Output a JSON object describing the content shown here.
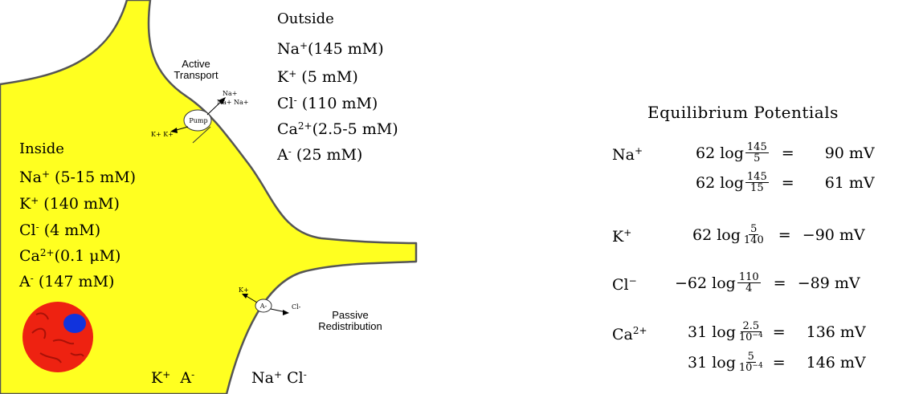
{
  "outside": {
    "title": "Outside",
    "ions": [
      {
        "symbol": "Na",
        "charge": "+",
        "conc": "(145 mM)"
      },
      {
        "symbol": "K",
        "charge": "+",
        "conc": " (5 mM)"
      },
      {
        "symbol": "Cl",
        "charge": "-",
        "conc": " (110 mM)"
      },
      {
        "symbol": "Ca",
        "charge": "2+",
        "conc": "(2.5-5 mM)"
      },
      {
        "symbol": "A",
        "charge": "-",
        "conc": " (25 mM)"
      }
    ]
  },
  "inside": {
    "title": "Inside",
    "ions": [
      {
        "symbol": "Na",
        "charge": "+",
        "conc": " (5-15 mM)"
      },
      {
        "symbol": "K",
        "charge": "+",
        "conc": " (140 mM)"
      },
      {
        "symbol": "Cl",
        "charge": "-",
        "conc": " (4 mM)"
      },
      {
        "symbol": "Ca",
        "charge": "2+",
        "conc": "(0.1 μM)"
      },
      {
        "symbol": "A",
        "charge": "-",
        "conc": " (147 mM)"
      }
    ]
  },
  "active_transport": {
    "label_line1": "Active",
    "label_line2": "Transport",
    "pump": "Pump",
    "na_top": "Na+",
    "na_bottom": "Na+ Na+",
    "k_label": "K+ K+"
  },
  "passive": {
    "label_line1": "Passive",
    "label_line2": "Redistribution",
    "k": "K+",
    "a": "A-",
    "cl": "Cl-"
  },
  "bottom": {
    "k": "K",
    "a": "A",
    "na": "Na",
    "cl": "Cl"
  },
  "equilibrium": {
    "title": "Equilibrium Potentials",
    "rows": [
      {
        "ion": "Na",
        "charge": "+",
        "coef": "62 log",
        "num": "145",
        "den": "5",
        "den_exp": "",
        "op": "=",
        "value": "90 mV"
      },
      {
        "ion": "",
        "charge": "",
        "coef": "62 log",
        "num": "145",
        "den": "15",
        "den_exp": "",
        "op": "=",
        "value": "61 mV"
      },
      {
        "ion": "K",
        "charge": "+",
        "coef": "62 log",
        "num": "5",
        "den": "140",
        "den_exp": "",
        "op": "=",
        "value": "−90 mV"
      },
      {
        "ion": "Cl",
        "charge": "−",
        "coef": "−62 log",
        "num": "110",
        "den": "4",
        "den_exp": "",
        "op": "=",
        "value": "−89 mV"
      },
      {
        "ion": "Ca",
        "charge": "2+",
        "coef": "31 log",
        "num": "2.5",
        "den": "10",
        "den_exp": "−4",
        "op": "=",
        "value": "136 mV"
      },
      {
        "ion": "",
        "charge": "",
        "coef": "31 log",
        "num": "5",
        "den": "10",
        "den_exp": "−4",
        "op": "=",
        "value": "146 mV"
      }
    ]
  },
  "colors": {
    "cell": "#ffff20",
    "membrane": "#555555",
    "organelle": "#ee2211",
    "nucleus": "#1133dd"
  }
}
